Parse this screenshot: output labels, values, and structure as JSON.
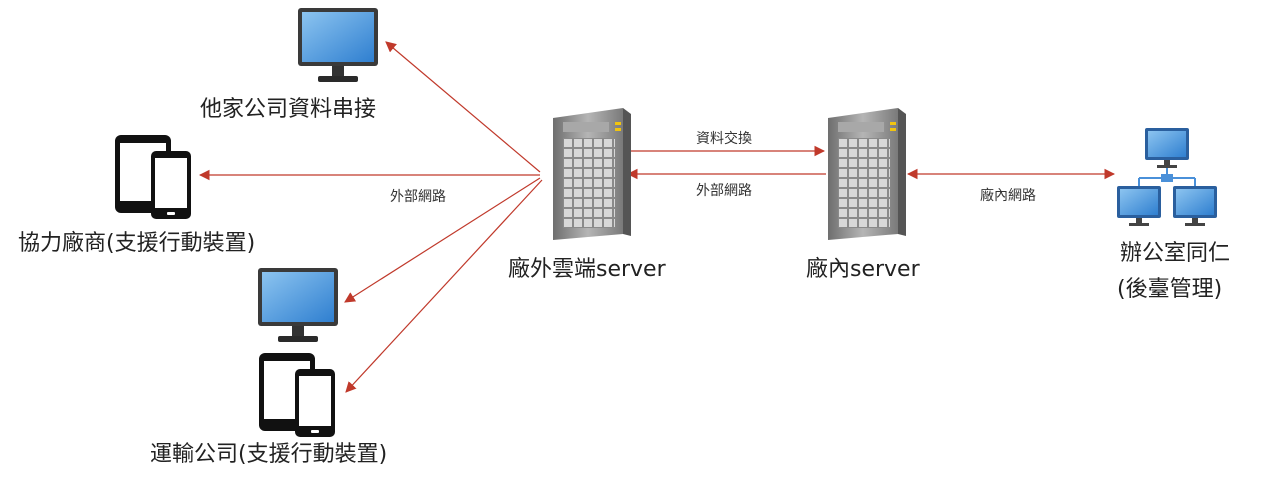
{
  "nodes": {
    "partner_pc": {
      "label": "他家公司資料串接",
      "icon": "desktop-monitor-icon"
    },
    "supplier": {
      "label": "協力廠商(支援行動裝置)",
      "icon": "tablet-phone-icon"
    },
    "transport": {
      "label": "運輸公司(支援行動裝置)",
      "icons": [
        "desktop-monitor-icon",
        "tablet-phone-icon"
      ]
    },
    "cloud_server": {
      "label": "廠外雲端server",
      "icon": "server-tower-icon"
    },
    "inner_server": {
      "label": "廠內server",
      "icon": "server-tower-icon"
    },
    "office": {
      "label_line1": "辦公室同仁",
      "label_line2": "(後臺管理)",
      "icon": "network-computers-icon"
    }
  },
  "edges": {
    "external_network": "外部網路",
    "data_exchange": "資料交換",
    "external_network_return": "外部網路",
    "internal_network": "廠內網路"
  },
  "colors": {
    "arrow": "#c0392b",
    "monitor_screen": "#4a90d9",
    "server_body": "#9a9a9a"
  }
}
